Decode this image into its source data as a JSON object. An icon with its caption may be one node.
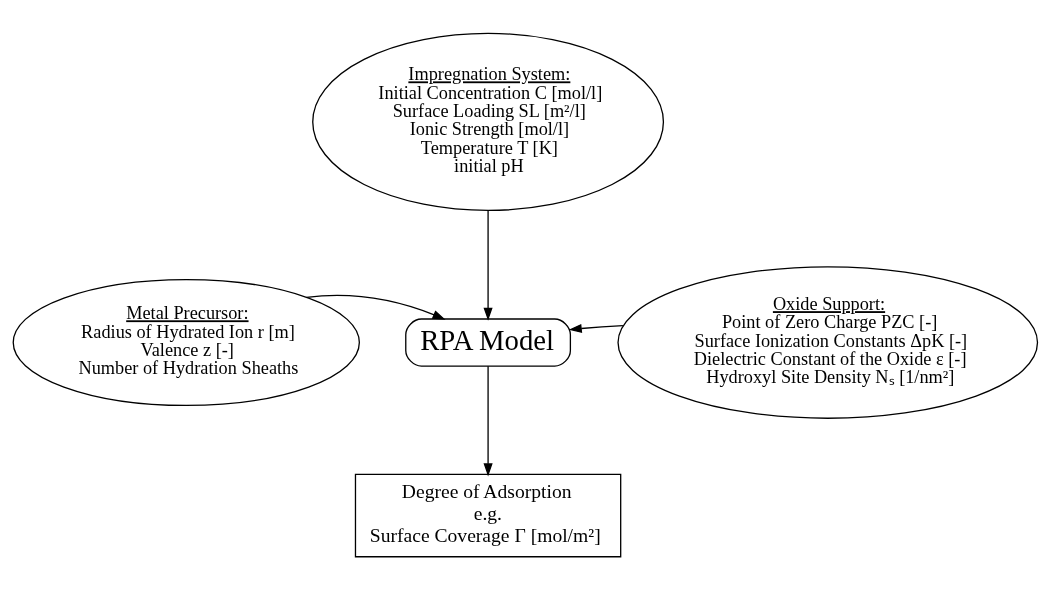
{
  "diagram": {
    "nodes": [
      {
        "text": [
          "Impregnation System:",
          "Initial Concentration C [mol/l]",
          "Surface Loading SL [m²/l]",
          "Ionic Strength [mol/l]",
          "Temperature T [K]",
          "initial pH"
        ]
      },
      {
        "text": [
          "Metal Precursor:",
          "Radius of Hydrated Ion r [m]",
          "Valence z [-]",
          "Number of Hydration Sheaths"
        ]
      },
      {
        "text": [
          "RPA Model"
        ]
      },
      {
        "text": [
          "Oxide Support:",
          "Point of Zero Charge PZC [-]",
          "Surface Ionization Constants ΔpK [-]",
          "Dielectric Constant of the Oxide ε [-]",
          "Hydroxyl Site Density Nₛ [1/nm²]"
        ]
      },
      {
        "text": [
          "Degree of Adsorption",
          "e.g.",
          "Surface Coverage Γ [mol/m²]"
        ]
      }
    ],
    "edges": [
      {
        "from": 0,
        "to": 2,
        "arrow": "to"
      },
      {
        "from": 1,
        "to": 2,
        "arrow": "to"
      },
      {
        "from": 3,
        "to": 2,
        "arrow": "to"
      },
      {
        "from": 2,
        "to": 4,
        "arrow": "to"
      }
    ]
  }
}
